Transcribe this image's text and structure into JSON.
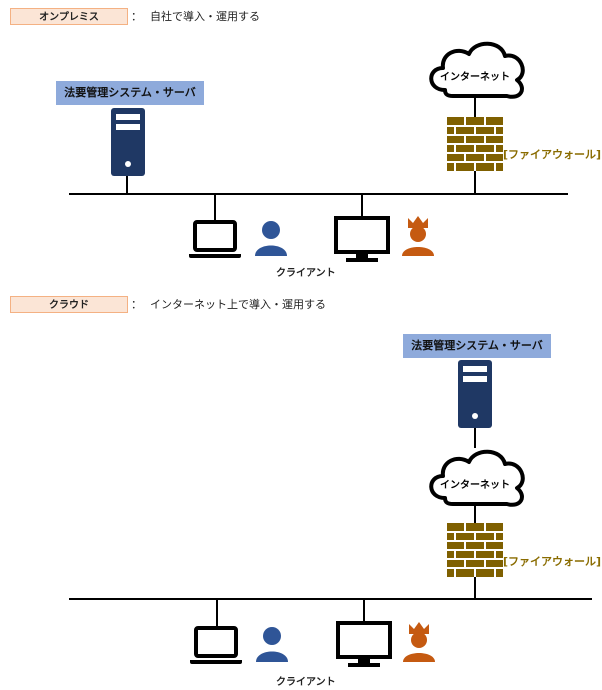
{
  "onprem": {
    "tag": "オンプレミス",
    "colon": "：",
    "desc": "自社で導入・運用する",
    "server_label": "法要管理システム・サーバ",
    "cloud_label": "インターネット",
    "firewall_label": "[ファイアウォール]",
    "client_label": "クライアント"
  },
  "cloud": {
    "tag": "クラウド",
    "colon": "：",
    "desc": "インターネット上で導入・運用する",
    "server_label": "法要管理システム・サーバ",
    "cloud_label": "インターネット",
    "firewall_label": "[ファイアウォール]",
    "client_label": "クライアント"
  },
  "colors": {
    "tag_bg": "#fbe5d6",
    "server_label_bg": "#8eaadb",
    "server": "#1f3864",
    "brick": "#7f6000",
    "user_blue": "#2f5597",
    "user_orange": "#c55a11"
  }
}
